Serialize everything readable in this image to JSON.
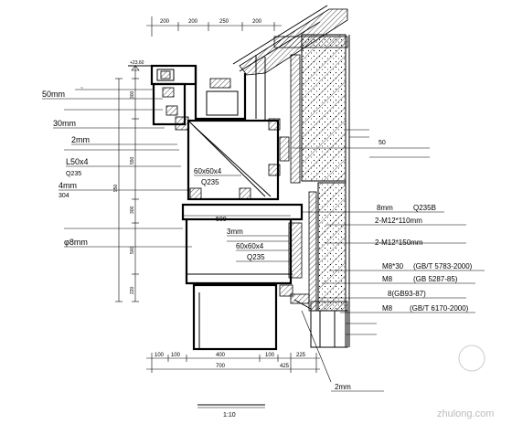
{
  "dimensions_top": [
    "200",
    "200",
    "250",
    "200"
  ],
  "dimensions_bottom": [
    "100",
    "100",
    "400",
    "100",
    "225"
  ],
  "dimensions_bottom_totals": [
    "700",
    "425"
  ],
  "dimensions_left": [
    "300",
    "550",
    "950",
    "300",
    "500",
    "220"
  ],
  "dimension_mid_500": "500",
  "elevation_mark": "+23.60",
  "labels_left": [
    "50mm",
    "30mm",
    "2mm",
    "L50x4",
    "Q235",
    "4mm",
    "304",
    "φ8mm"
  ],
  "label_channel": "60x60x4",
  "label_channel_q": "Q235",
  "label_channel2": "60x60x4",
  "label_channel2_q": "Q235",
  "label_3mm": "3mm",
  "labels_right": [
    "50",
    "8mm",
    "Q235B",
    "2-M12*110mm",
    "2-M12*150mm",
    "M8*30",
    "(GB/T 5783-2000)",
    "M8",
    "(GB 5287-85)",
    "8(GB93-87)",
    "M8",
    "(GB/T 6170-2000)"
  ],
  "label_bottom_2mm": "2mm",
  "title_scale": "1:10",
  "watermark": "zhulong.com"
}
